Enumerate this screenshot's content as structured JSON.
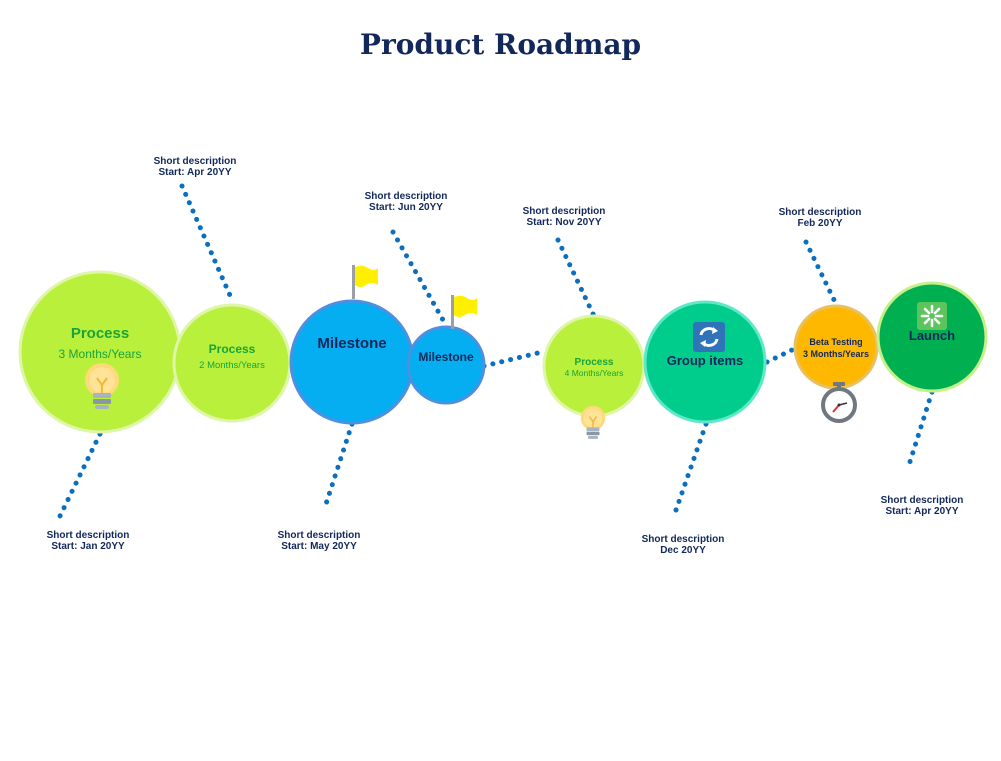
{
  "title": "Product Roadmap",
  "colors": {
    "title": "#12285a",
    "process_fill": "#b9f03c",
    "process_stroke": "#dff5a8",
    "process_text": "#1aa33a",
    "milestone_fill": "#04aef0",
    "milestone_text": "#12285a",
    "group_fill": "#00cc8c",
    "beta_fill": "#ffb800",
    "launch_fill": "#00b050",
    "dots": "#0b6fbf",
    "flag": "#ffef00"
  },
  "nodes": [
    {
      "id": "process-1",
      "title": "Process",
      "subtitle": "3 Months/Years",
      "color": "#b9f03c",
      "icon": "lightbulb-icon"
    },
    {
      "id": "process-2",
      "title": "Process",
      "subtitle": "2 Months/Years",
      "color": "#b9f03c",
      "icon": ""
    },
    {
      "id": "milestone-1",
      "title": "Milestone",
      "subtitle": "",
      "color": "#04aef0",
      "icon": "flag-icon"
    },
    {
      "id": "milestone-2",
      "title": "Milestone",
      "subtitle": "",
      "color": "#04aef0",
      "icon": "flag-icon"
    },
    {
      "id": "process-3",
      "title": "Process",
      "subtitle": "4 Months/Years",
      "color": "#b9f03c",
      "icon": "lightbulb-icon"
    },
    {
      "id": "group-items",
      "title": "Group items",
      "subtitle": "",
      "color": "#00cc8c",
      "icon": "sync-icon"
    },
    {
      "id": "beta-testing",
      "title": "Beta Testing",
      "subtitle": "3 Months/Years",
      "color": "#ffb800",
      "icon": "stopwatch-icon"
    },
    {
      "id": "launch",
      "title": "Launch",
      "subtitle": "",
      "color": "#00b050",
      "icon": "sparkle-icon"
    }
  ],
  "labels": [
    {
      "line1": "Short description",
      "line2": "Start: Jan 20YY"
    },
    {
      "line1": "Short description",
      "line2": "Start: Apr 20YY"
    },
    {
      "line1": "Short description",
      "line2": "Start: May 20YY"
    },
    {
      "line1": "Short description",
      "line2": "Start: Jun 20YY"
    },
    {
      "line1": "Short description",
      "line2": "Start: Nov 20YY"
    },
    {
      "line1": "Short description",
      "line2": "Dec 20YY"
    },
    {
      "line1": "Short description",
      "line2": "Feb 20YY"
    },
    {
      "line1": "Short description",
      "line2": "Start: Apr 20YY"
    }
  ]
}
